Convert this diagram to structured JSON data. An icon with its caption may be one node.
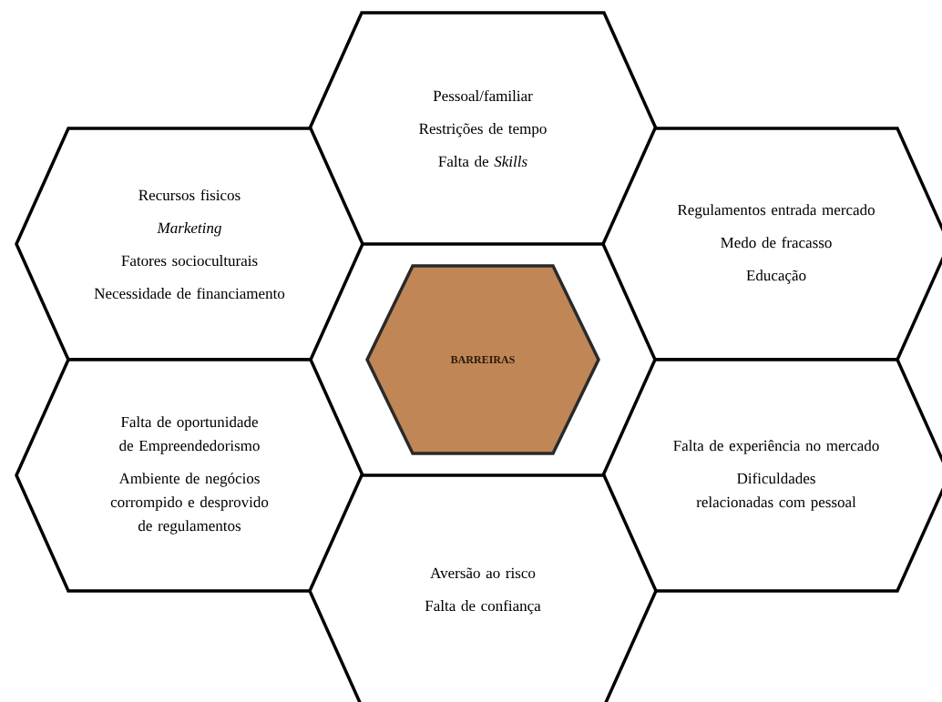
{
  "diagram": {
    "nodes": [
      {
        "text": [
          "Pessoal/familiar",
          "Restrições de tempo",
          "Falta de *Skills*"
        ]
      },
      {
        "text": [
          "Recursos fisicos",
          "*Marketing*",
          "Fatores socioculturais",
          "Necessidade de financiamento"
        ]
      },
      {
        "text": [
          "Regulamentos entrada mercado",
          "Medo de fracasso",
          "Educação"
        ]
      },
      {
        "text": [
          "BARREIRAS"
        ]
      },
      {
        "text": [
          "Falta de oportunidade de Empreendedorismo",
          "Ambiente de negócios corrompido e desprovido de regulamentos"
        ]
      },
      {
        "text": [
          "Falta de experiência no mercado",
          "Dificuldades relacionadas com pessoal"
        ]
      },
      {
        "text": [
          "Aversão ao risco",
          "Falta de confiança"
        ]
      }
    ]
  }
}
